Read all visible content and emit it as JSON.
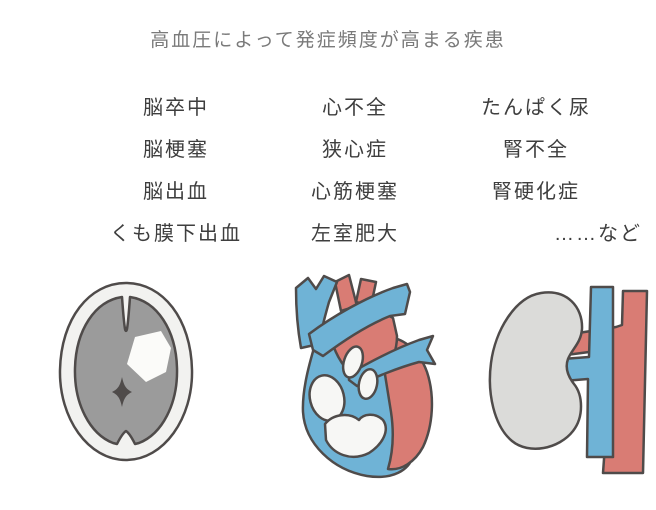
{
  "title": "高血圧によって発症頻度が高まる疾患",
  "columns": [
    {
      "organ": "brain",
      "items": [
        "脳卒中",
        "脳梗塞",
        "脳出血",
        "くも膜下出血"
      ]
    },
    {
      "organ": "heart",
      "items": [
        "心不全",
        "狭心症",
        "心筋梗塞",
        "左室肥大"
      ]
    },
    {
      "organ": "kidney",
      "items": [
        "たんぱく尿",
        "腎不全",
        "腎硬化症",
        "……など"
      ]
    }
  ],
  "illustrations": [
    {
      "name": "brain-ct-illustration"
    },
    {
      "name": "heart-illustration"
    },
    {
      "name": "kidney-illustration"
    }
  ],
  "colors": {
    "artery_red": "#d97c74",
    "vein_blue": "#6fb3d6",
    "outline": "#4f4b4a",
    "brain_gray": "#9b9b9b",
    "skull_light": "#f2f2f0",
    "kidney_gray": "#dbdbd9",
    "lesion_white": "#fbfbf9",
    "title_text": "#7a7a7a",
    "item_text": "#3e3e3e"
  }
}
